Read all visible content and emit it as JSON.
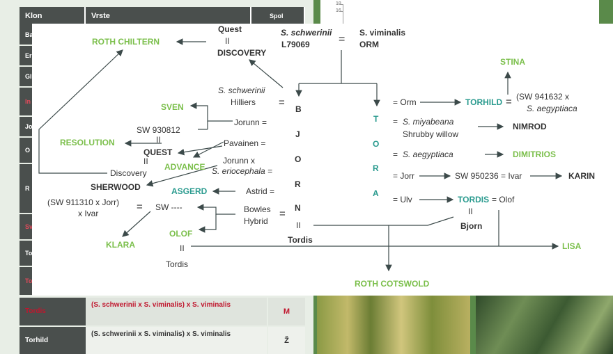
{
  "table": {
    "headers": [
      "Klon",
      "Vrste",
      "Spol"
    ],
    "left_stubs": [
      "Ba",
      "Er",
      "Gl",
      "In",
      "Jo",
      "O",
      "R",
      "Sv",
      "To",
      "To"
    ],
    "rows": [
      {
        "klon": "Tordis",
        "vrste": "(S. schwerinii x S. viminalis) x S. viminalis",
        "spol": "M"
      },
      {
        "klon": "Torhild",
        "vrste": "(S. schwerinii x S. viminalis) x S. viminalis",
        "spol": "Ž"
      }
    ]
  },
  "chart_axis": {
    "t18": "18",
    "t16": "16"
  },
  "diagram": {
    "roth_chiltern": "ROTH CHILTERN",
    "quest_top": "Quest",
    "ii_quest_top": "II",
    "discovery_top": "DISCOVERY",
    "s_schwerinii_top": "S. schwerinii",
    "l79069": "L79069",
    "eq_top": "=",
    "s_viminalis_top": "S. viminalis",
    "orm_top": "ORM",
    "stina": "STINA",
    "s_schwerinii_mid": "S. schwerinii",
    "hilliers": "Hilliers",
    "sven": "SVEN",
    "jorunn": "Jorunn =",
    "sw930812": "SW 930812",
    "ii_resolution": "II",
    "resolution": "RESOLUTION",
    "quest_mid": "QUEST",
    "ii_quest_mid": "II",
    "advance": "ADVANCE",
    "discovery_mid": "Discovery",
    "pavainen": "Pavainen =",
    "jorunn_x": "Jorunn x",
    "s_eriocephala": "S. eriocephala =",
    "sherwood": "SHERWOOD",
    "asgerd": "ASGERD",
    "astrid": "Astrid =",
    "sw911310": "(SW 911310 x Jorr)",
    "x_ivar": "x Ivar",
    "eq_sw": "=",
    "sw_dash": "SW ----",
    "bowles": "Bowles",
    "hybrid": "Hybrid",
    "eq_bowles": "=",
    "olof": "OLOF",
    "klara": "KLARA",
    "ii_olof": "II",
    "tordis_low": "Tordis",
    "eq_b": "=",
    "bjorn_letters": [
      "B",
      "J",
      "O",
      "R",
      "N"
    ],
    "ii_bjorn": "II",
    "tordis_bjorn": "Tordis",
    "tora_letters": [
      "T",
      "O",
      "R",
      "A"
    ],
    "eq_orm": "= Orm",
    "torhild": "TORHILD",
    "eq_torhild": "=",
    "sw941632": "(SW 941632 x",
    "s_aegyptiaca_1": "S. aegyptiaca",
    "eq_miy": "=",
    "s_miyabeana": "S. miyabeana",
    "shrubby": "Shrubby willow",
    "nimrod": "NIMROD",
    "eq_aeg": "=",
    "s_aegyptiaca_2": "S. aegyptiaca",
    "dimitrios": "DIMITRIOS",
    "eq_jorr": "= Jorr",
    "sw950236": "SW 950236 = Ivar",
    "karin": "KARIN",
    "eq_ulv": "= Ulv",
    "tordis_t": "TORDIS",
    "eq_olof": "= Olof",
    "ii_tordis": "II",
    "bjorn_name": "Bjorn",
    "lisa": "LISA",
    "roth_cotswold": "ROTH COTSWOLD"
  }
}
